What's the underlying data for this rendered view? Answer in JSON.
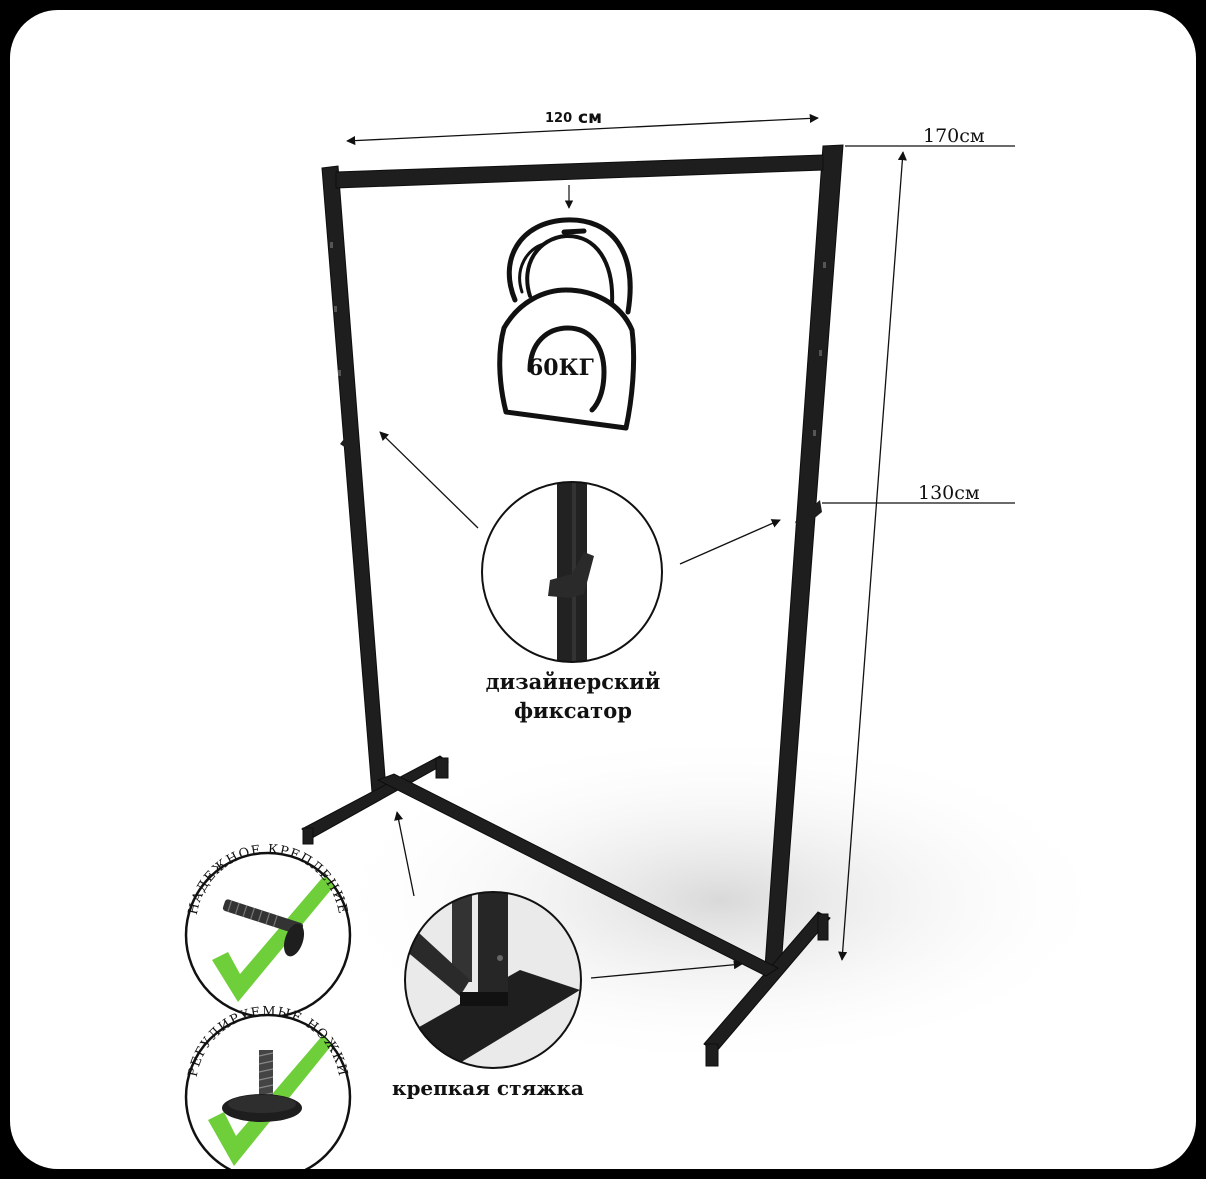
{
  "dimensions": {
    "width_value": "120",
    "width_unit": "см",
    "height_total": "170см",
    "height_lock": "130см"
  },
  "weight": {
    "label": "60КГ",
    "icon": "kettlebell-icon"
  },
  "callouts": {
    "fixator_line1": "дизайнерский",
    "fixator_line2": "фиксатор",
    "tie": "крепкая стяжка"
  },
  "badges": [
    {
      "text": "НАДЕЖНОЕ КРЕПЛЕНИЕ",
      "icon": "bolt-icon"
    },
    {
      "text": "РЕГУЛИРУЕМЫЕ НОЖКИ",
      "icon": "adjustable-foot-icon"
    }
  ],
  "colors": {
    "frame": "#1e1e1e",
    "check": "#6fcf3a",
    "background": "#ffffff"
  }
}
